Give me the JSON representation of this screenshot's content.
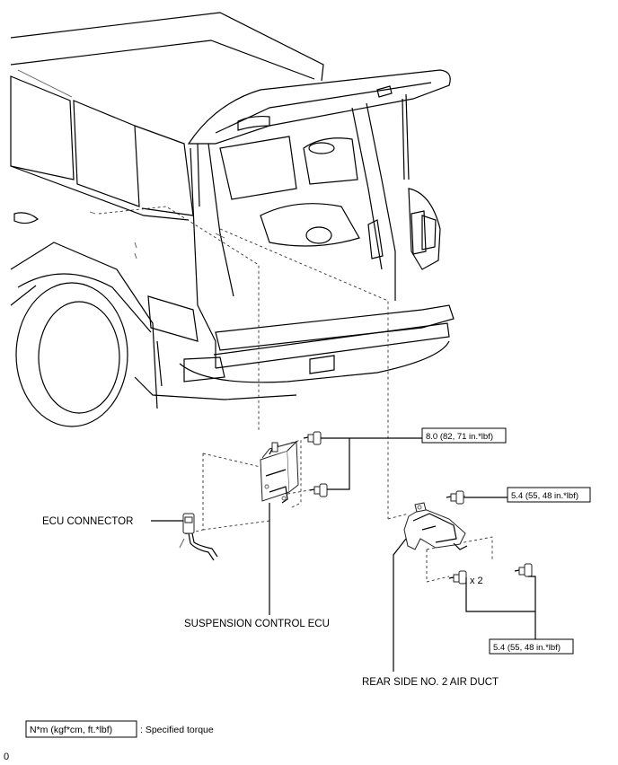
{
  "labels": {
    "ecu_connector": "ECU CONNECTOR",
    "suspension_ecu": "SUSPENSION CONTROL ECU",
    "air_duct": "REAR SIDE NO. 2 AIR DUCT",
    "quantity": "x 2",
    "corner_mark": "0"
  },
  "torques": {
    "ecu_bolts": "8.0 (82, 71 in.*lbf)",
    "duct_upper": "5.4 (55, 48 in.*lbf)",
    "duct_lower": "5.4 (55, 48 in.*lbf)"
  },
  "legend": {
    "unit": "N*m (kgf*cm, ft.*lbf)",
    "meaning": ": Specified torque"
  }
}
